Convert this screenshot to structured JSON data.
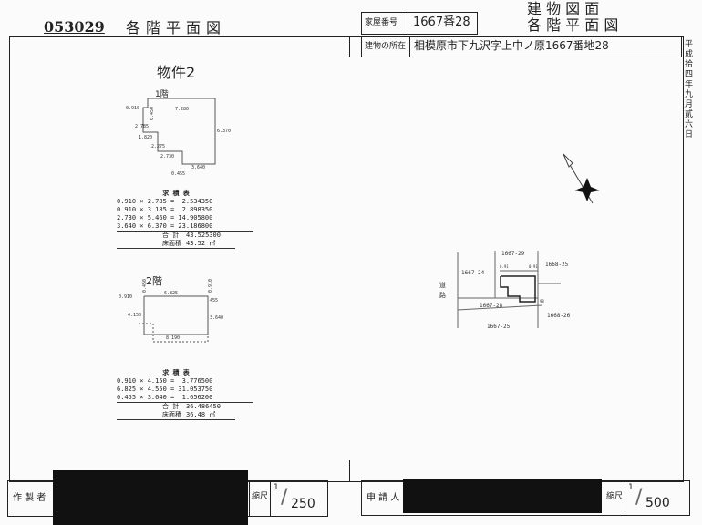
{
  "header": {
    "doc_number": "053029",
    "title": "各階平面図",
    "house_number_label": "家屋番号",
    "house_number": "1667番28",
    "right_title_1": "建 物 図 面",
    "right_title_2": "各 階 平 面 図",
    "location_label": "建物の所在",
    "location": "相模原市下九沢字上中ノ原1667番地28"
  },
  "date_vertical": "平成拾四年九月貳六日",
  "property_title": "物件2",
  "floor1": {
    "label": "1階",
    "dims": [
      "0.450",
      "0.910",
      "7.280",
      "2.785",
      "1.820",
      "2.275",
      "2.730",
      "0.455",
      "3.640",
      "6.370"
    ],
    "area_table_title": "求 積 表",
    "rows": [
      "0.910 × 2.785 =  2.534350",
      "0.910 × 3.185 =  2.898350",
      "2.730 × 5.460 = 14.905800",
      "3.640 × 6.370 = 23.186800"
    ],
    "total_label": "合 計",
    "total": "43.525300",
    "floor_area_label": "床面積",
    "floor_area": "43.52 ㎡"
  },
  "floor2": {
    "label": "2階",
    "dims": [
      "0.450",
      "0.910",
      "6.825",
      "0.910",
      "455",
      "3.640",
      "4.150",
      "8.190"
    ],
    "area_table_title": "求 積 表",
    "rows": [
      "0.910 × 4.150 =  3.776500",
      "6.825 × 4.550 = 31.053750",
      "0.455 × 3.640 =  1.656200"
    ],
    "total_label": "合 計",
    "total": "36.486450",
    "floor_area_label": "床面積",
    "floor_area": "36.48 ㎡"
  },
  "site_map": {
    "road_label_1": "道",
    "road_label_2": "路",
    "parcels": [
      "1667-29",
      "1667-24",
      "1668-25",
      "1667-28",
      "1668-26",
      "1667-25"
    ],
    "dims": [
      "0.91",
      "0.91",
      "98"
    ]
  },
  "footer": {
    "creator_label": "作 製 者",
    "scale_label_left": "縮尺",
    "scale_left_num": "1",
    "scale_left_den": "250",
    "applicant_label": "申 請 人",
    "scale_label_right": "縮尺",
    "scale_right_num": "1",
    "scale_right_den": "500"
  }
}
